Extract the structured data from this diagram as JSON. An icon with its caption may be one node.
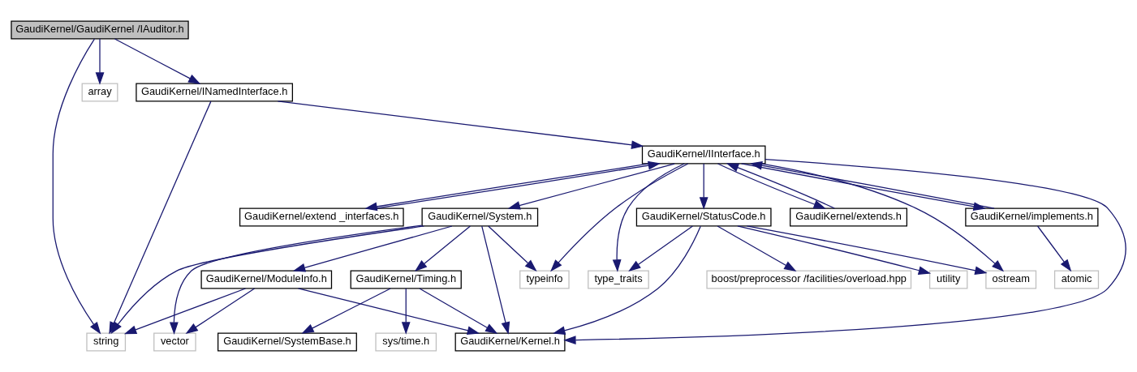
{
  "diagram": {
    "nodes": [
      {
        "text": [
          "GaudiKernel/GaudiKernel /IAuditor.h"
        ]
      },
      {
        "text": [
          "GaudiKernel/INamedInterface.h"
        ]
      },
      {
        "text": [
          "array"
        ]
      },
      {
        "text": [
          "GaudiKernel/IInterface.h"
        ]
      },
      {
        "text": [
          "string"
        ]
      },
      {
        "text": [
          "GaudiKernel/StatusCode.h"
        ]
      },
      {
        "text": [
          "GaudiKernel/extend _interfaces.h"
        ]
      },
      {
        "text": [
          "GaudiKernel/extends.h"
        ]
      },
      {
        "text": [
          "GaudiKernel/implements.h"
        ]
      },
      {
        "text": [
          "GaudiKernel/System.h"
        ]
      },
      {
        "text": [
          "ostream"
        ]
      },
      {
        "text": [
          "boost/preprocessor /facilities/overload.hpp"
        ]
      },
      {
        "text": [
          "utility"
        ]
      },
      {
        "text": [
          "type_traits"
        ]
      },
      {
        "text": [
          "atomic"
        ]
      },
      {
        "text": [
          "typeinfo"
        ]
      },
      {
        "text": [
          "GaudiKernel/Timing.h"
        ]
      },
      {
        "text": [
          "GaudiKernel/ModuleInfo.h"
        ]
      },
      {
        "text": [
          "GaudiKernel/Kernel.h"
        ]
      },
      {
        "text": [
          "GaudiKernel/SystemBase.h"
        ]
      },
      {
        "text": [
          "sys/time.h"
        ]
      },
      {
        "text": [
          "vector"
        ]
      }
    ],
    "edges": [
      {
        "from": 0,
        "to": 1,
        "arrow": "to"
      },
      {
        "from": 0,
        "to": 4,
        "arrow": "to"
      },
      {
        "from": 0,
        "to": 2,
        "arrow": "to"
      },
      {
        "from": 1,
        "to": 3,
        "arrow": "to"
      },
      {
        "from": 1,
        "to": 4,
        "arrow": "to"
      },
      {
        "from": 3,
        "to": 10,
        "arrow": "to"
      },
      {
        "from": 3,
        "to": 5,
        "arrow": "to"
      },
      {
        "from": 3,
        "to": 13,
        "arrow": "to"
      },
      {
        "from": 3,
        "to": 6,
        "arrow": "to"
      },
      {
        "from": 6,
        "to": 3,
        "arrow": "to"
      },
      {
        "from": 3,
        "to": 7,
        "arrow": "to"
      },
      {
        "from": 7,
        "to": 3,
        "arrow": "to"
      },
      {
        "from": 3,
        "to": 8,
        "arrow": "to"
      },
      {
        "from": 8,
        "to": 3,
        "arrow": "to"
      },
      {
        "from": 3,
        "to": 15,
        "arrow": "to"
      },
      {
        "from": 3,
        "to": 9,
        "arrow": "to"
      },
      {
        "from": 3,
        "to": 18,
        "arrow": "to"
      },
      {
        "from": 5,
        "to": 10,
        "arrow": "to"
      },
      {
        "from": 5,
        "to": 11,
        "arrow": "to"
      },
      {
        "from": 5,
        "to": 12,
        "arrow": "to"
      },
      {
        "from": 5,
        "to": 13,
        "arrow": "to"
      },
      {
        "from": 5,
        "to": 18,
        "arrow": "to"
      },
      {
        "from": 8,
        "to": 14,
        "arrow": "to"
      },
      {
        "from": 9,
        "to": 15,
        "arrow": "to"
      },
      {
        "from": 9,
        "to": 18,
        "arrow": "to"
      },
      {
        "from": 9,
        "to": 16,
        "arrow": "to"
      },
      {
        "from": 9,
        "to": 17,
        "arrow": "to"
      },
      {
        "from": 9,
        "to": 21,
        "arrow": "to"
      },
      {
        "from": 9,
        "to": 4,
        "arrow": "to"
      },
      {
        "from": 16,
        "to": 18,
        "arrow": "to"
      },
      {
        "from": 16,
        "to": 19,
        "arrow": "to"
      },
      {
        "from": 16,
        "to": 20,
        "arrow": "to"
      },
      {
        "from": 17,
        "to": 18,
        "arrow": "to"
      },
      {
        "from": 17,
        "to": 21,
        "arrow": "to"
      },
      {
        "from": 17,
        "to": 4,
        "arrow": "to"
      }
    ]
  }
}
